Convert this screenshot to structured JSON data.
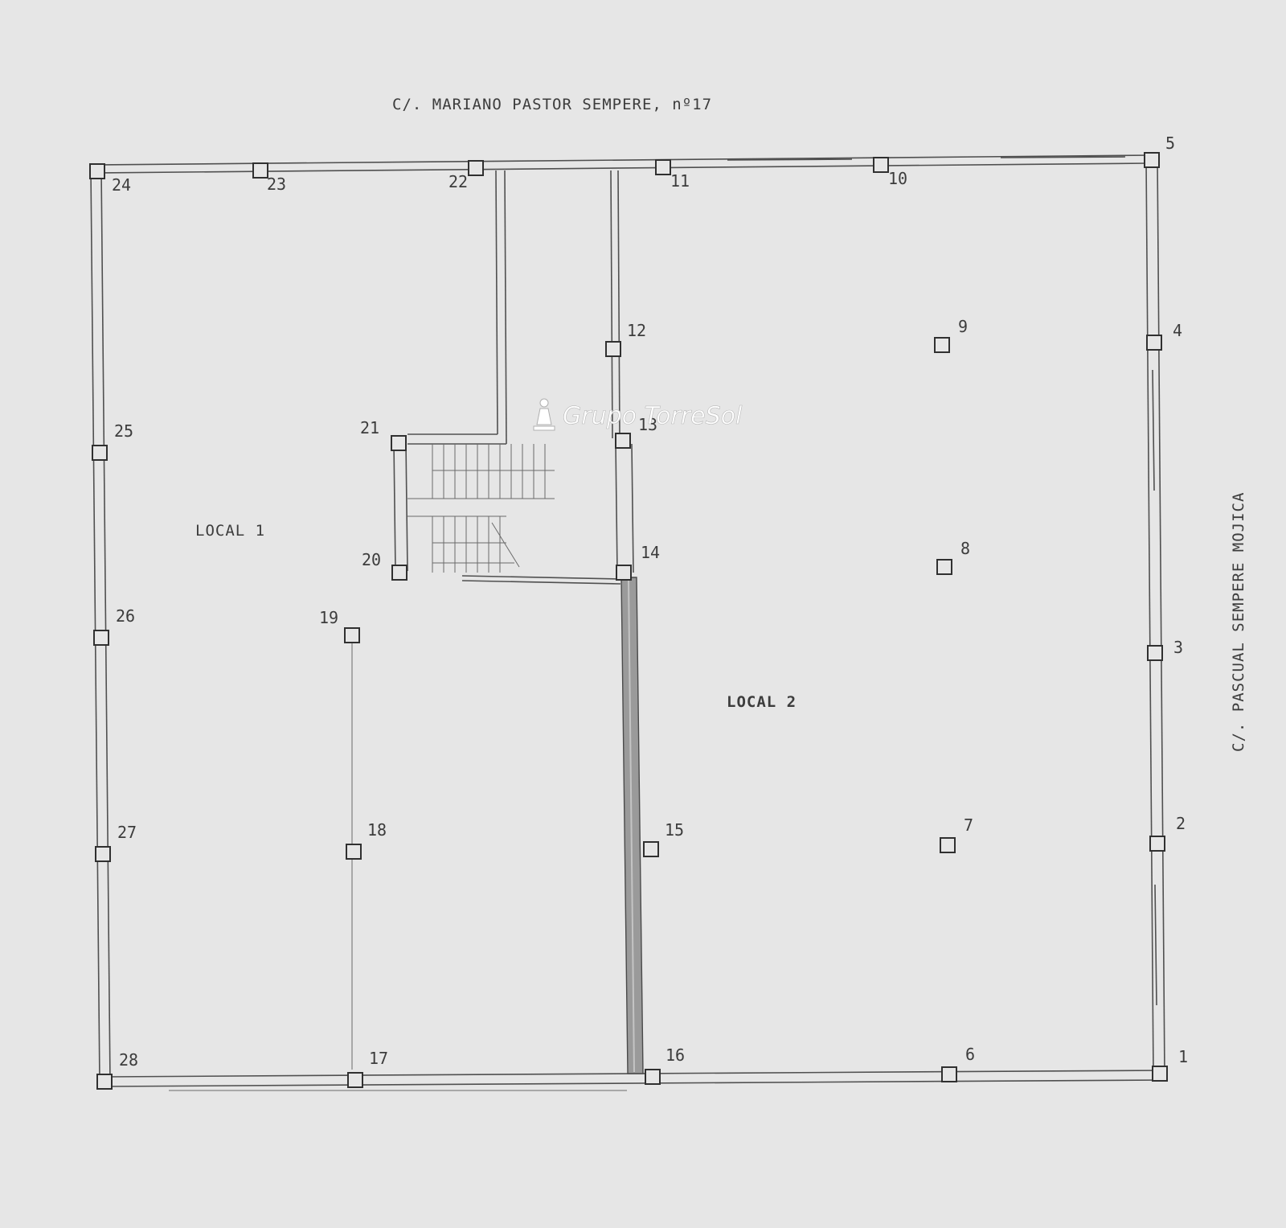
{
  "streets": {
    "top": "C/. MARIANO PASTOR SEMPERE, nº17",
    "right": "C/. PASCUAL SEMPERE MOJICA"
  },
  "rooms": {
    "local1": "LOCAL 1",
    "local2": "LOCAL 2"
  },
  "watermark": "Grupo TorreSol",
  "columns": [
    "1",
    "2",
    "3",
    "4",
    "5",
    "6",
    "7",
    "8",
    "9",
    "10",
    "11",
    "12",
    "13",
    "14",
    "15",
    "16",
    "17",
    "18",
    "19",
    "20",
    "21",
    "22",
    "23",
    "24",
    "25",
    "26",
    "27",
    "28"
  ]
}
